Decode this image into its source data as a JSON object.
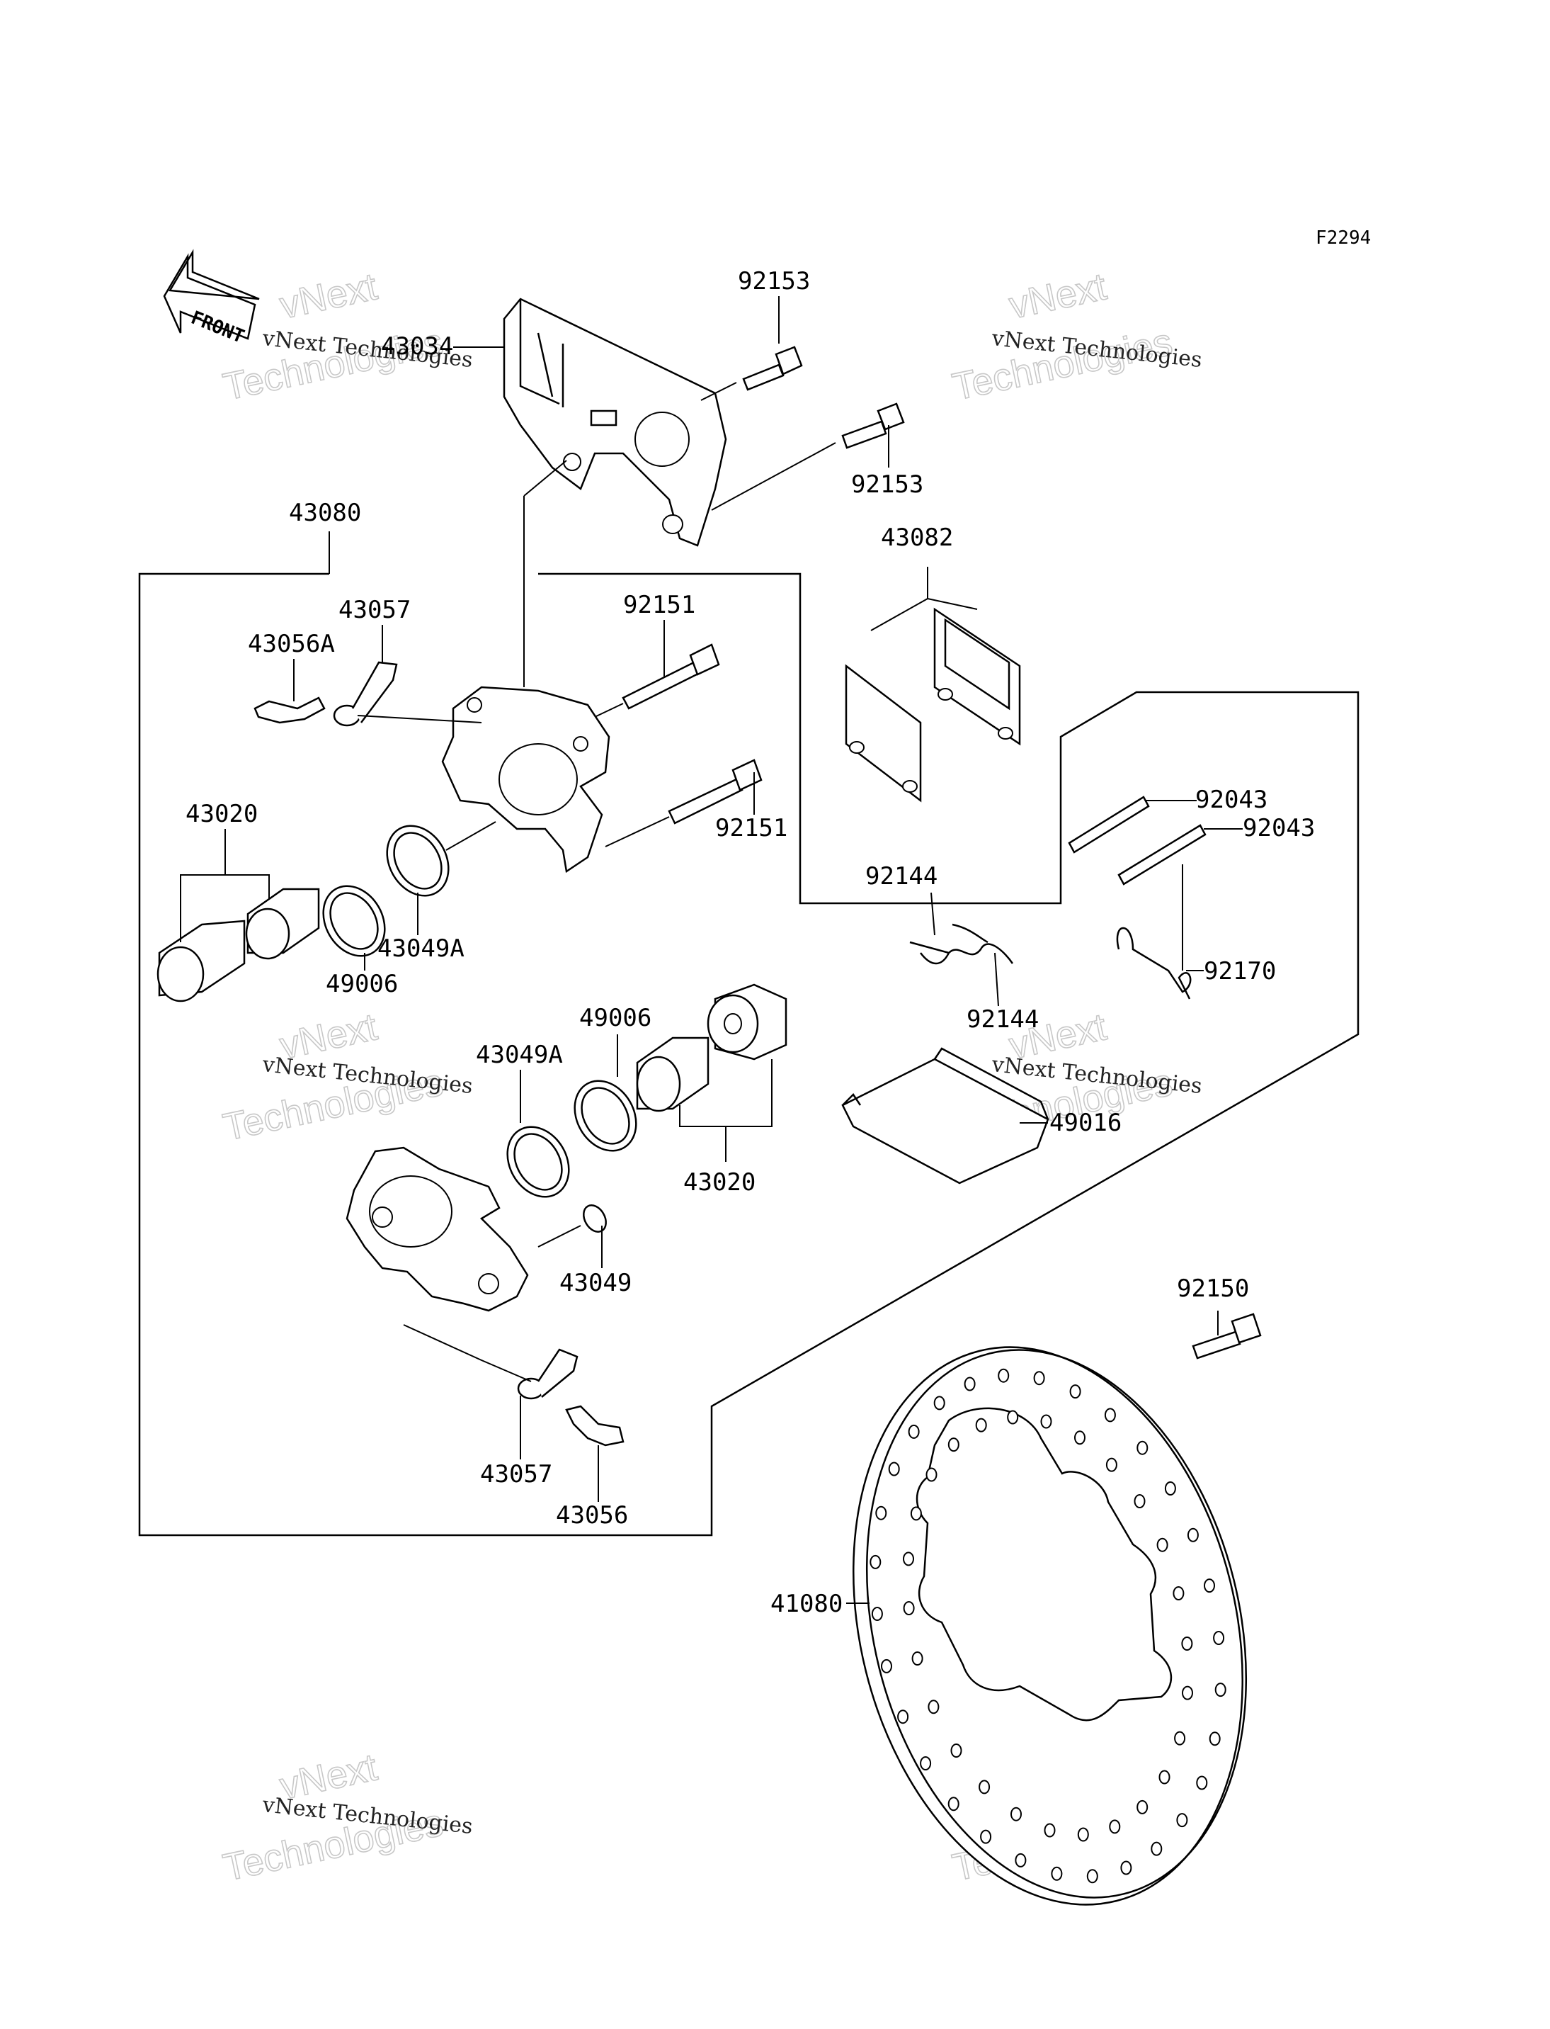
{
  "figure_code": "F2294",
  "front_label": "FRONT",
  "watermark": {
    "small_text": "vNext Technologies",
    "big_line1": "vNext",
    "big_line2": "Technologies"
  },
  "labels": {
    "p43034": "43034",
    "p92153_a": "92153",
    "p92153_b": "92153",
    "p43080": "43080",
    "p43082": "43082",
    "p43057_a": "43057",
    "p43056A": "43056A",
    "p92151_a": "92151",
    "p92151_b": "92151",
    "p43020_a": "43020",
    "p43049A_a": "43049A",
    "p49006_a": "49006",
    "p92043_a": "92043",
    "p92043_b": "92043",
    "p92144_a": "92144",
    "p92144_b": "92144",
    "p92170": "92170",
    "p49006_b": "49006",
    "p43049A_b": "43049A",
    "p43020_b": "43020",
    "p49016": "49016",
    "p43049": "43049",
    "p92150": "92150",
    "p43057_b": "43057",
    "p43056": "43056",
    "p41080": "41080"
  }
}
